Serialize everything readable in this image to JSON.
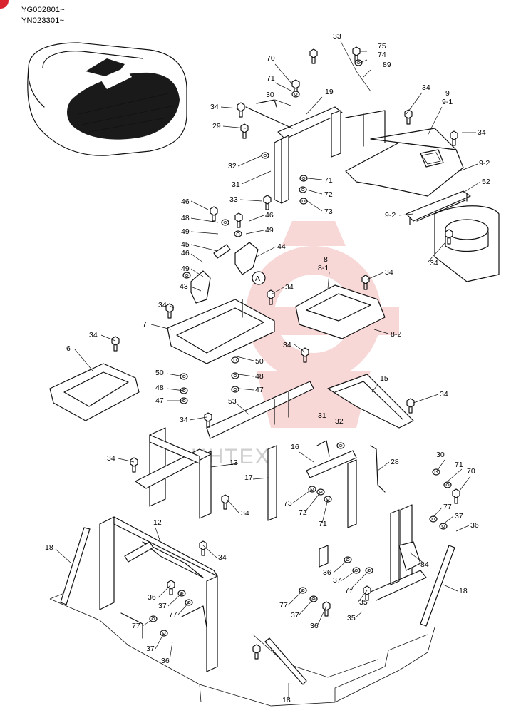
{
  "header": {
    "serial_lines": [
      "YG002801~",
      "YN023301~"
    ]
  },
  "watermark": {
    "text": "HHTEX",
    "color": "#f3b7b7"
  },
  "callout_marker": "A",
  "part_labels": [
    {
      "id": "p33a",
      "text": "33"
    },
    {
      "id": "p75",
      "text": "75"
    },
    {
      "id": "p74",
      "text": "74"
    },
    {
      "id": "p89",
      "text": "89"
    },
    {
      "id": "p70a",
      "text": "70"
    },
    {
      "id": "p71a",
      "text": "71"
    },
    {
      "id": "p30a",
      "text": "30"
    },
    {
      "id": "p19",
      "text": "19"
    },
    {
      "id": "p34a",
      "text": "34"
    },
    {
      "id": "p34b",
      "text": "34"
    },
    {
      "id": "p9",
      "text": "9"
    },
    {
      "id": "p9-1",
      "text": "9-1"
    },
    {
      "id": "p29",
      "text": "29"
    },
    {
      "id": "p34c",
      "text": "34"
    },
    {
      "id": "p32a",
      "text": "32"
    },
    {
      "id": "p9-2a",
      "text": "9-2"
    },
    {
      "id": "p31a",
      "text": "31"
    },
    {
      "id": "p71b",
      "text": "71"
    },
    {
      "id": "p52",
      "text": "52"
    },
    {
      "id": "p33b",
      "text": "33"
    },
    {
      "id": "p72a",
      "text": "72"
    },
    {
      "id": "p73a",
      "text": "73"
    },
    {
      "id": "p9-2b",
      "text": "9-2"
    },
    {
      "id": "p46a",
      "text": "46"
    },
    {
      "id": "p48a",
      "text": "48"
    },
    {
      "id": "p46b",
      "text": "46"
    },
    {
      "id": "p49a",
      "text": "49"
    },
    {
      "id": "p49b",
      "text": "49"
    },
    {
      "id": "p34d",
      "text": "34"
    },
    {
      "id": "p45",
      "text": "45"
    },
    {
      "id": "p44",
      "text": "44"
    },
    {
      "id": "p46c",
      "text": "46"
    },
    {
      "id": "p8",
      "text": "8"
    },
    {
      "id": "p8-1",
      "text": "8-1"
    },
    {
      "id": "p49c",
      "text": "49"
    },
    {
      "id": "p34e",
      "text": "34"
    },
    {
      "id": "p43",
      "text": "43"
    },
    {
      "id": "p34f",
      "text": "34"
    },
    {
      "id": "p34g",
      "text": "34"
    },
    {
      "id": "p7",
      "text": "7"
    },
    {
      "id": "p8-2",
      "text": "8-2"
    },
    {
      "id": "p34h",
      "text": "34"
    },
    {
      "id": "p6",
      "text": "6"
    },
    {
      "id": "p34i",
      "text": "34"
    },
    {
      "id": "p50a",
      "text": "50"
    },
    {
      "id": "p50b",
      "text": "50"
    },
    {
      "id": "p48b",
      "text": "48"
    },
    {
      "id": "p48c",
      "text": "48"
    },
    {
      "id": "p47a",
      "text": "47"
    },
    {
      "id": "p47b",
      "text": "47"
    },
    {
      "id": "p15",
      "text": "15"
    },
    {
      "id": "p34j",
      "text": "34"
    },
    {
      "id": "p53",
      "text": "53"
    },
    {
      "id": "p34k",
      "text": "34"
    },
    {
      "id": "p31b",
      "text": "31"
    },
    {
      "id": "p32b",
      "text": "32"
    },
    {
      "id": "p34l",
      "text": "34"
    },
    {
      "id": "p16",
      "text": "16"
    },
    {
      "id": "p13",
      "text": "13"
    },
    {
      "id": "p28",
      "text": "28"
    },
    {
      "id": "p30b",
      "text": "30"
    },
    {
      "id": "p71c",
      "text": "71"
    },
    {
      "id": "p70b",
      "text": "70"
    },
    {
      "id": "p17",
      "text": "17"
    },
    {
      "id": "p73b",
      "text": "73"
    },
    {
      "id": "p72b",
      "text": "72"
    },
    {
      "id": "p71d",
      "text": "71"
    },
    {
      "id": "p34m",
      "text": "34"
    },
    {
      "id": "p77a",
      "text": "77"
    },
    {
      "id": "p37a",
      "text": "37"
    },
    {
      "id": "p36a",
      "text": "36"
    },
    {
      "id": "p12",
      "text": "12"
    },
    {
      "id": "p18a",
      "text": "18"
    },
    {
      "id": "p34n",
      "text": "34"
    },
    {
      "id": "p36b",
      "text": "36"
    },
    {
      "id": "p37b",
      "text": "37"
    },
    {
      "id": "p77b",
      "text": "77"
    },
    {
      "id": "p84",
      "text": "84"
    },
    {
      "id": "p36c",
      "text": "36"
    },
    {
      "id": "p37c",
      "text": "37"
    },
    {
      "id": "p77c",
      "text": "77"
    },
    {
      "id": "p18b",
      "text": "18"
    },
    {
      "id": "p77d",
      "text": "77"
    },
    {
      "id": "p35a",
      "text": "35"
    },
    {
      "id": "p37d",
      "text": "37"
    },
    {
      "id": "p36d",
      "text": "36"
    },
    {
      "id": "p77e",
      "text": "77"
    },
    {
      "id": "p37e",
      "text": "37"
    },
    {
      "id": "p36e",
      "text": "36"
    },
    {
      "id": "p35b",
      "text": "35"
    },
    {
      "id": "p18c",
      "text": "18"
    }
  ]
}
